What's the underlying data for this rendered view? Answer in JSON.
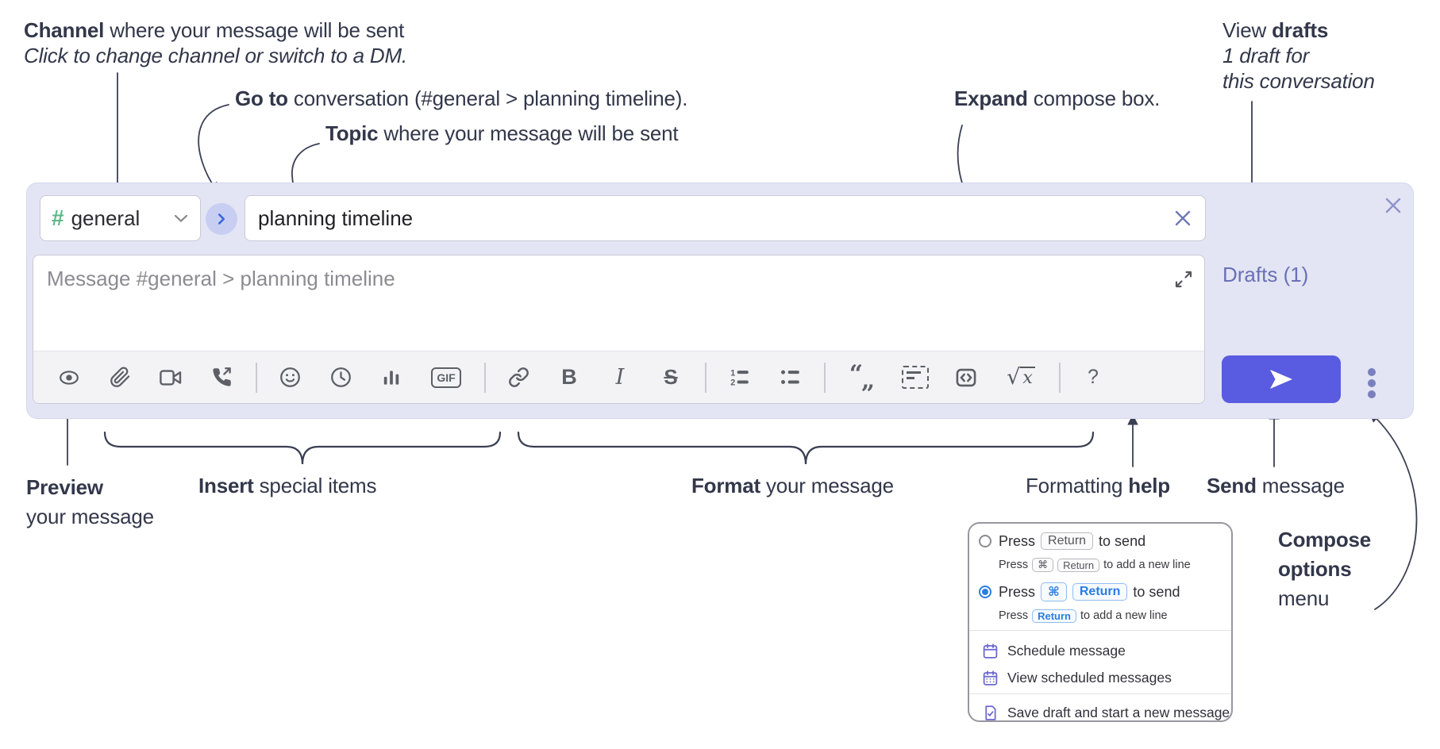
{
  "colors": {
    "accent_send": "#595be1",
    "drafts_link": "#6a70b5",
    "hash_green": "#5cb887",
    "kbd_blue": "#2b7de0",
    "menu_icon_purple": "#6c67ce",
    "compose_bg": "#e3e5f4",
    "annotation_ink": "#32374a"
  },
  "annotations": {
    "channel": {
      "bold": "Channel",
      "rest": " where your message will be sent",
      "line2": "Click to change channel or switch to a DM."
    },
    "goto": {
      "bold": "Go to",
      "rest": " conversation (#general > planning timeline)."
    },
    "topic": {
      "bold": "Topic",
      "rest": " where your message will be sent"
    },
    "expand": {
      "bold": "Expand",
      "rest": " compose box."
    },
    "drafts": {
      "line1_regular": "View ",
      "line1_bold": "drafts",
      "line2": "1 draft for",
      "line3": "this conversation"
    },
    "preview": {
      "bold": "Preview",
      "line2": "your message"
    },
    "insert": {
      "bold": "Insert",
      "rest": " special items"
    },
    "format": {
      "bold": "Format",
      "rest": " your message"
    },
    "help": {
      "regular": "Formatting ",
      "bold": "help"
    },
    "send": {
      "bold": "Send",
      "rest": " message"
    },
    "compose_menu": {
      "line1": "Compose",
      "line2": "options",
      "line3": "menu"
    }
  },
  "compose": {
    "channel_selector": {
      "hash": "#",
      "name": "general"
    },
    "topic_input": {
      "value": "planning timeline"
    },
    "message_input": {
      "placeholder": "Message #general > planning timeline"
    },
    "drafts_link": "Drafts (1)",
    "toolbar_labels": {
      "gif": "GIF",
      "bold": "B",
      "italic": "I",
      "strikethrough": "S",
      "quote_open": "“",
      "quote_close": "„",
      "math_root": "√",
      "math_x": "x",
      "help": "?"
    }
  },
  "popup": {
    "option1": {
      "press": "Press",
      "kbd": "Return",
      "tail": "to send",
      "sub_press": "Press",
      "sub_kbd1": "⌘",
      "sub_kbd2": "Return",
      "sub_tail": "to add a new line"
    },
    "option2": {
      "press": "Press",
      "kbd1": "⌘",
      "kbd2": "Return",
      "tail": "to send",
      "sub_press": "Press",
      "sub_kbd": "Return",
      "sub_tail": "to add a new line"
    },
    "items": {
      "schedule": {
        "label": "Schedule message"
      },
      "view_scheduled": {
        "label": "View scheduled messages"
      },
      "save_draft": {
        "label": "Save draft and start a new message"
      }
    }
  }
}
